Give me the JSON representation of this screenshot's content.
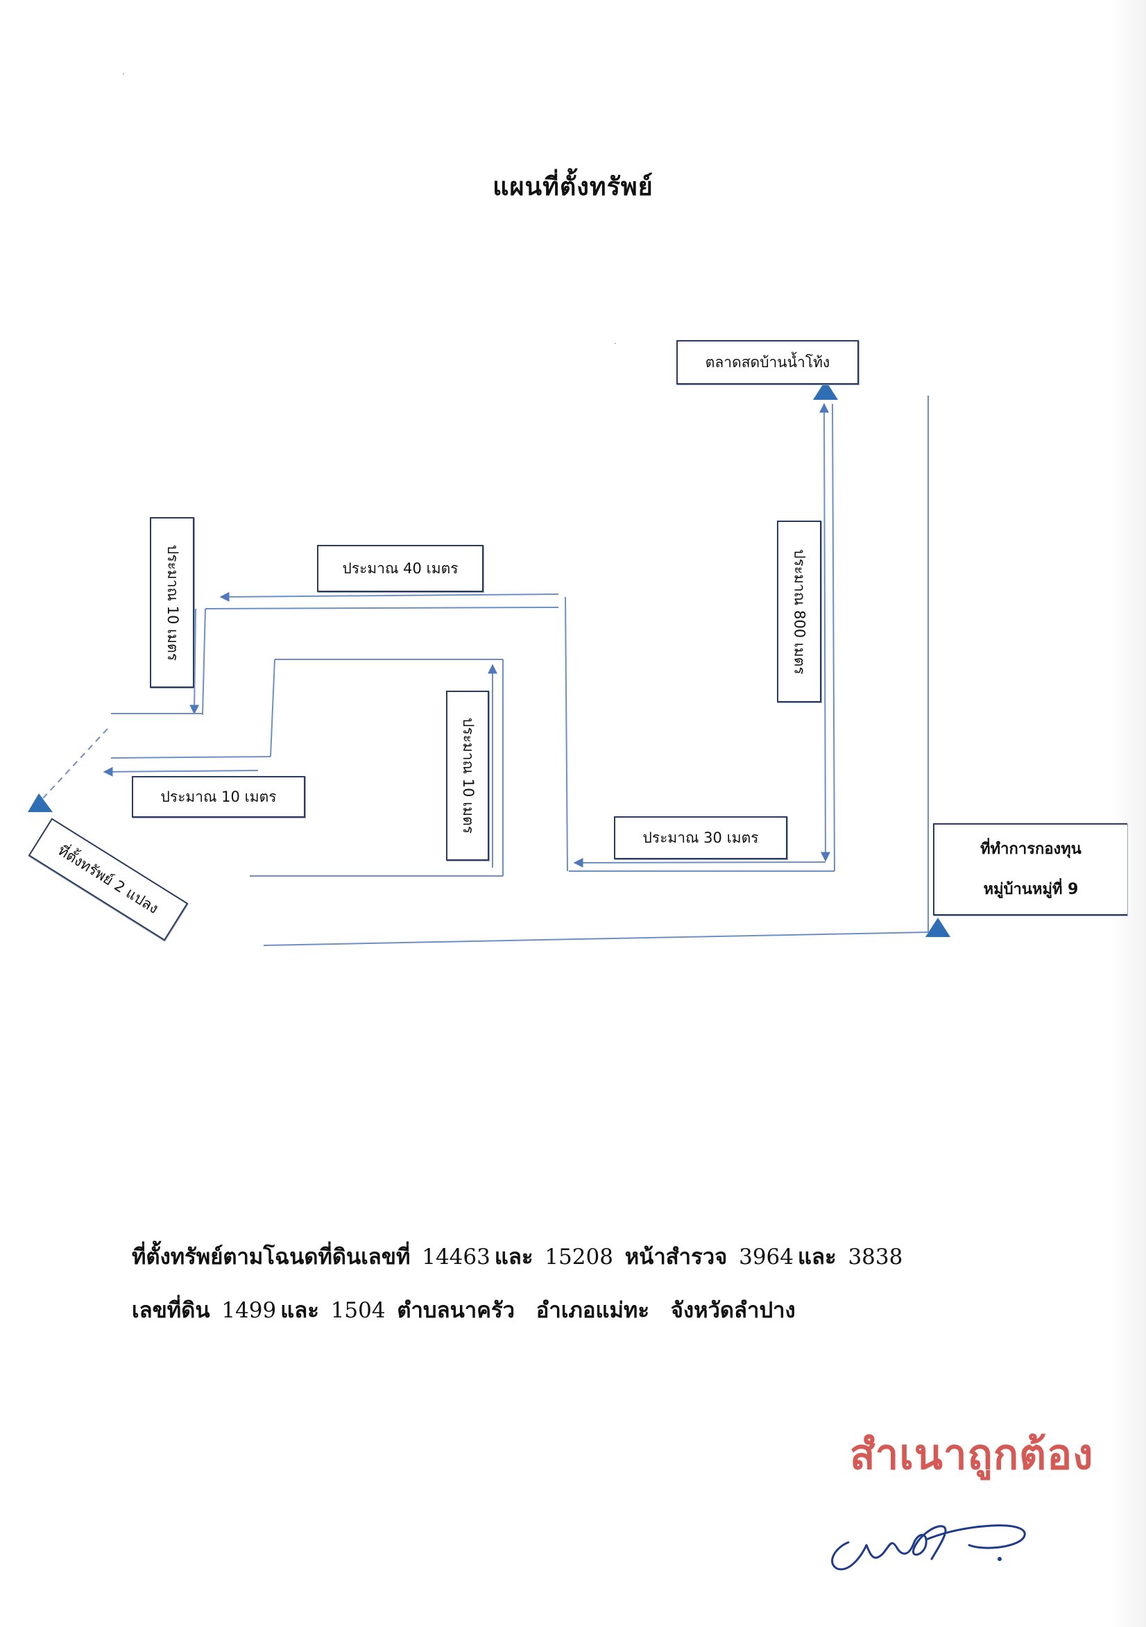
{
  "title": "แผนที่ตั้งทรัพย์",
  "labels": {
    "market": "ตลาดสดบ้านน้ำโท้ง",
    "dist_40": "ประมาณ 40 เมตร",
    "dist_10_left_vertical": "ประมาณ 10 เมตร",
    "dist_10_horizontal": "ประมาณ 10 เมตร",
    "dist_10_middle_vertical": "ประมาณ 10 เมตร",
    "dist_800": "ประมาณ 800 เมตร",
    "dist_30": "ประมาณ 30 เมตร",
    "office_line1": "ที่ทำการกองทุน",
    "office_line2": "หมู่บ้านหมู่ที่ 9",
    "property": "ที่ตั้งทรัพย์ 2 แปลง"
  },
  "footer": {
    "line1": {
      "prefix": "ที่ตั้งทรัพย์ตามโฉนดที่ดินเลขที่",
      "deed1": "14463",
      "and1": "และ",
      "deed2": "15208",
      "survey_label": "หน้าสำรวจ",
      "survey1": "3964",
      "and2": "และ",
      "survey2": "3838"
    },
    "line2": {
      "land_label": "เลขที่ดิน",
      "land1": "1499",
      "and": "และ",
      "land2": "1504",
      "subdistrict": "ตำบลนาครัว",
      "district": "อำเภอแม่ทะ",
      "province": "จังหวัดลำปาง"
    }
  },
  "stamp": "สำเนาถูกต้อง",
  "colors": {
    "road": "#6f8fc4",
    "marker": "#2f6db4",
    "box_border": "#2a3b5f",
    "stamp": "#d55a55",
    "signature": "#1f3b8a"
  }
}
